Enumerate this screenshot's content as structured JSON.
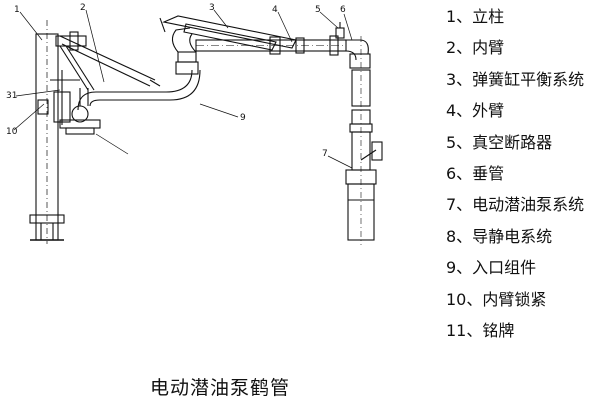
{
  "diagram": {
    "caption": "电动潜油泵鹤管",
    "callouts": [
      "1",
      "2",
      "3",
      "4",
      "5",
      "6",
      "7",
      "9",
      "10",
      "31"
    ]
  },
  "legend": {
    "items": [
      "1、立柱",
      "2、内臂",
      "3、弹簧缸平衡系统",
      "4、外臂",
      "5、真空断路器",
      "6、垂管",
      "7、电动潜油泵系统",
      "8、导静电系统",
      "9、入口组件",
      "10、内臂锁紧",
      "11、铭牌"
    ]
  }
}
